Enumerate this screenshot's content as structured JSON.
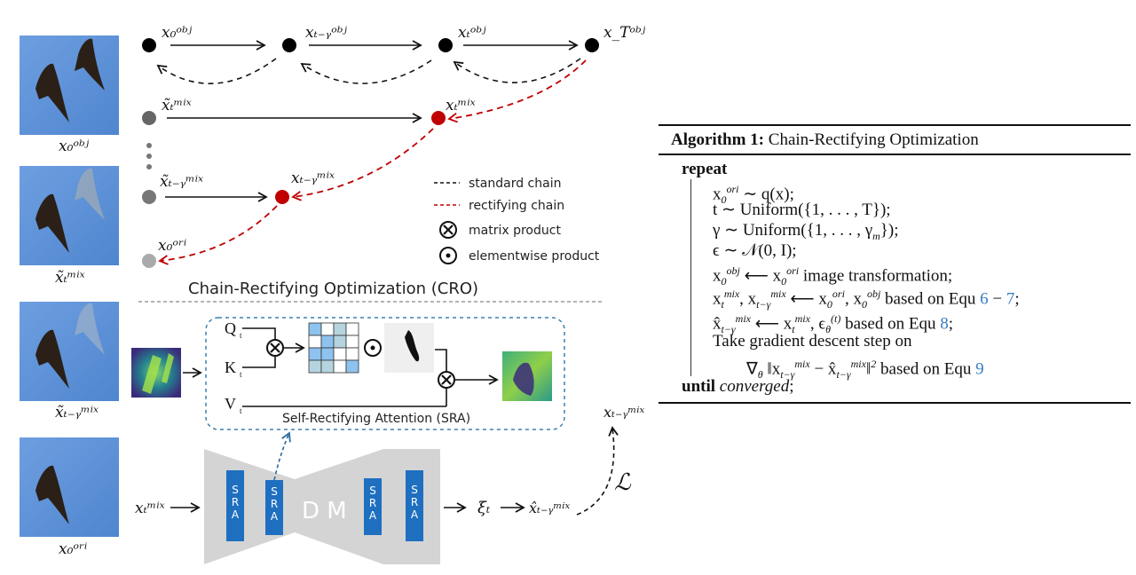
{
  "figure": {
    "images": [
      {
        "label": "x_0^obj",
        "display": "x₀ᵒᵇʲ",
        "description": "two vultures"
      },
      {
        "label": "x~_t^mix",
        "display": "x̃ₜᵐⁱˣ",
        "description": "one vulture plus faded second vulture"
      },
      {
        "label": "x~_{t-gamma}^mix",
        "display": "x̃ₜ₋ᵧᵐⁱˣ",
        "description": "one vulture plus very faded second vulture"
      },
      {
        "label": "x_0^ori",
        "display": "x₀ᵒʳⁱ",
        "description": "single vulture"
      }
    ],
    "chain_nodes": {
      "x0_obj": "x₀ᵒᵇʲ",
      "xtg_obj": "xₜ₋ᵧᵒᵇʲ",
      "xt_obj": "xₜᵒᵇʲ",
      "xT_obj": "x_Tᵒᵇʲ",
      "xt_mix_tilde": "x̃ₜᵐⁱˣ",
      "xt_mix": "xₜᵐⁱˣ",
      "xtg_mix_tilde": "x̃ₜ₋ᵧᵐⁱˣ",
      "xtg_mix": "xₜ₋ᵧᵐⁱˣ",
      "x0_ori": "x₀ᵒʳⁱ"
    },
    "legend": {
      "standard_chain": "standard chain",
      "rectifying_chain": "rectifying chain",
      "matrix_product": "matrix product",
      "elementwise_product": "elementwise product"
    },
    "cro_title": "Chain-Rectifying Optimization (CRO)",
    "sra": {
      "title": "Self-Rectifying Attention (SRA)",
      "q": "Q",
      "k": "K",
      "v": "V",
      "sub": "t",
      "attention_grid": [
        [
          1,
          0,
          2,
          0
        ],
        [
          0,
          1,
          2,
          0
        ],
        [
          1,
          1,
          0,
          0
        ],
        [
          2,
          2,
          0,
          1
        ]
      ]
    },
    "dm": {
      "label": "D M",
      "block_label": "SRA",
      "input": "xₜᵐⁱˣ",
      "output_xi": "ξₜ",
      "output_hat": "x̂ₜ₋ᵧᵐⁱˣ",
      "target": "xₜ₋ᵧᵐⁱˣ",
      "loss": "ℒ"
    },
    "colors": {
      "standard": "#111111",
      "rectifying": "#c00000",
      "sra_blue": "#1f6fc0",
      "dm_gray": "#d4d4d4",
      "sky": "#5b8fd6"
    }
  },
  "algorithm": {
    "title_bold": "Algorithm 1:",
    "title": "Chain-Rectifying Optimization",
    "repeat": "repeat",
    "lines": [
      {
        "html": "x<sub>0</sub><sup>ori</sup> ∼ q(x);"
      },
      {
        "html": "t ∼ Uniform({1, . . . , T});"
      },
      {
        "html": "γ ∼ Uniform({1, . . . , γ<sub>m</sub>});"
      },
      {
        "html": "ϵ ∼ 𝒩(0, I);"
      },
      {
        "html": "x<sub>0</sub><sup>obj</sup> ⟵ x<sub>0</sub><sup>ori</sup> image transformation;"
      },
      {
        "html": "x<sub>t</sub><sup>mix</sup>, x<sub>t−γ</sub><sup>mix</sup> ⟵ x<sub>0</sub><sup>ori</sup>, x<sub>0</sub><sup>obj</sup> based on Equ <span class='ref'>6</span> − <span class='ref'>7</span>;"
      },
      {
        "html": "x̂<sub>t−γ</sub><sup>mix</sup> ⟵ x<sub>t</sub><sup>mix</sup>, ϵ<sub>θ</sub><sup>(t)</sup> based on Equ <span class='ref'>8</span>;"
      },
      {
        "html": "Take gradient descent step on"
      },
      {
        "html": "∇<sub>θ</sub> ‖x<sub>t−γ</sub><sup>mix</sup> − x̂<sub>t−γ</sub><sup>mix</sup>‖<sup>2</sup> based on Equ <span class='ref'>9</span>",
        "indent": true
      }
    ],
    "until": "until",
    "until_cond": "converged",
    "until_end": ";"
  }
}
